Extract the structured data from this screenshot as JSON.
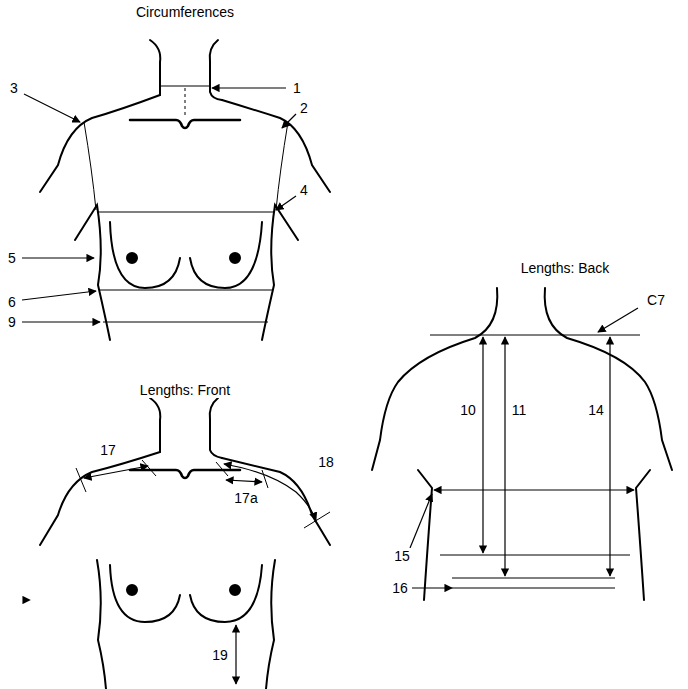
{
  "diagram": {
    "labels": [
      "Circumferences",
      "1",
      "2",
      "3",
      "4",
      "5",
      "6",
      "9",
      "Lengths: Back",
      "C7",
      "10",
      "11",
      "14",
      "15",
      "16",
      "Lengths: Front",
      "17",
      "17a",
      "18",
      "19"
    ]
  }
}
